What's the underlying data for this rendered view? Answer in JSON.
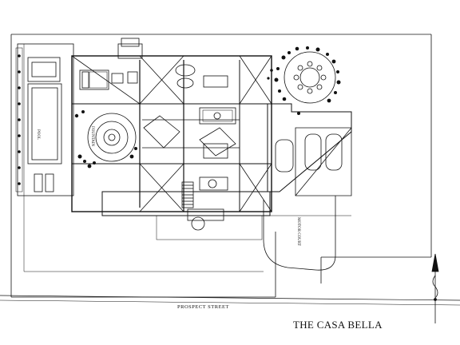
{
  "plan": {
    "title": "THE CASA BELLA",
    "street_label": "PROSPECT STREET",
    "pool_label": "POOL",
    "fountain_label": "FOUNTAIN",
    "motor_court_label": "MOTOR COURT"
  },
  "icons": {
    "north_arrow": "north-arrow-icon",
    "car": "car-icon",
    "tree": "tree-icon",
    "dining_table": "round-dining-table-icon"
  },
  "colors": {
    "ink": "#111111",
    "paper": "#ffffff"
  }
}
